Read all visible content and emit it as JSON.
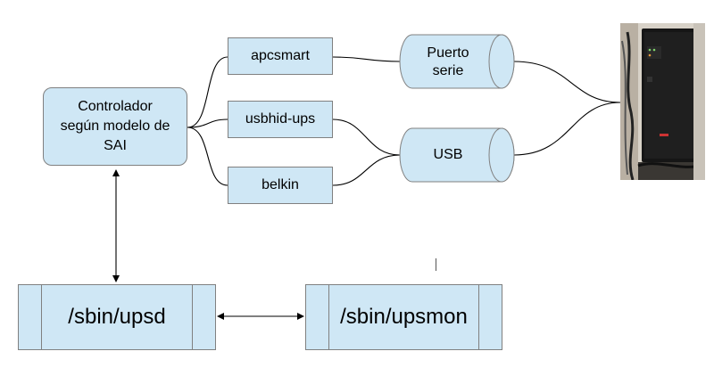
{
  "nodes": {
    "controller": "Controlador según modelo de SAI",
    "drivers": [
      "apcsmart",
      "usbhid-ups",
      "belkin"
    ],
    "ports": [
      "Puerto serie",
      "USB"
    ],
    "upsd": "/sbin/upsd",
    "upsmon": "/sbin/upsmon"
  },
  "colors": {
    "fill": "#cfe7f5",
    "stroke": "#808080",
    "wire": "#000000"
  },
  "image": "ups-device-photo"
}
